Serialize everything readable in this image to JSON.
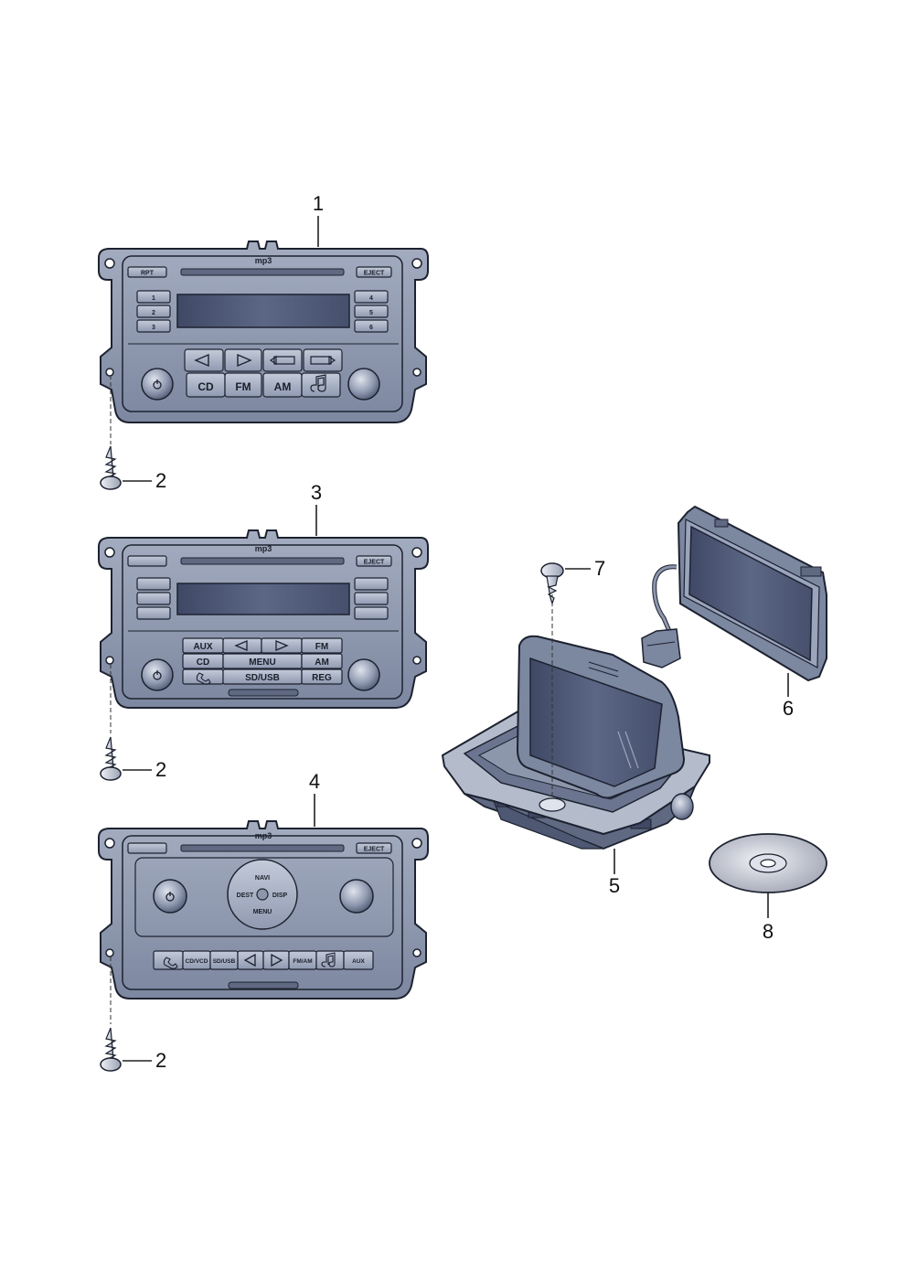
{
  "callouts": {
    "c1": "1",
    "c2a": "2",
    "c3": "3",
    "c2b": "2",
    "c4": "4",
    "c2c": "2",
    "c5": "5",
    "c6": "6",
    "c7": "7",
    "c8": "8"
  },
  "radio1": {
    "brand": "mp3",
    "rpt": "RPT",
    "eject": "EJECT",
    "presets_left": [
      "1",
      "2",
      "3"
    ],
    "presets_right": [
      "4",
      "5",
      "6"
    ],
    "cd": "CD",
    "fm": "FM",
    "am": "AM"
  },
  "radio3": {
    "brand": "mp3",
    "eject": "EJECT",
    "aux": "AUX",
    "fm": "FM",
    "cd": "CD",
    "menu": "MENU",
    "am": "AM",
    "sdusb": "SD/USB",
    "reg": "REG"
  },
  "radio4": {
    "brand": "mp3",
    "eject": "EJECT",
    "navi": "NAVI",
    "dest": "DEST",
    "disp": "DISP",
    "menu": "MENU",
    "cdvcd": "CD/VCD",
    "sdusb": "SD/USB",
    "fmam": "FM/AM",
    "aux": "AUX"
  },
  "colors": {
    "panel": "#8d97ac",
    "panel_dark": "#5f6982",
    "screen": "#4f5a77",
    "outline": "#1d2230"
  },
  "icons": {
    "fastback": "triangle-left-icon",
    "fastfwd": "triangle-right-icon",
    "music": "music-note-icon",
    "phone": "phone-icon",
    "folder_back": "folder-back-icon",
    "folder_fwd": "folder-forward-icon",
    "power": "power-icon"
  }
}
